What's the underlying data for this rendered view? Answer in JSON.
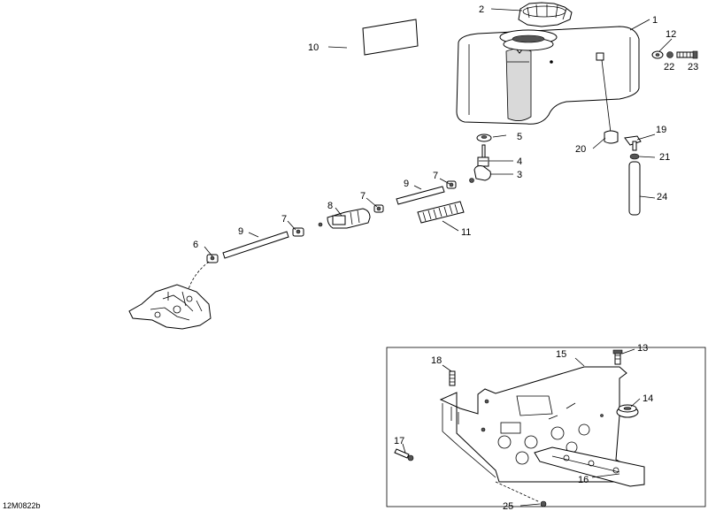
{
  "diagram_code": "12M0822b",
  "callouts": {
    "c1": "1",
    "c2": "2",
    "c3": "3",
    "c4": "4",
    "c5": "5",
    "c6": "6",
    "c7a": "7",
    "c7b": "7",
    "c7c": "7",
    "c8": "8",
    "c9a": "9",
    "c9b": "9",
    "c10": "10",
    "c11": "11",
    "c12": "12",
    "c13": "13",
    "c14": "14",
    "c15": "15",
    "c16": "16",
    "c17": "17",
    "c18": "18",
    "c19": "19",
    "c20": "20",
    "c21": "21",
    "c22": "22",
    "c23": "23",
    "c24": "24",
    "c25": "25"
  }
}
